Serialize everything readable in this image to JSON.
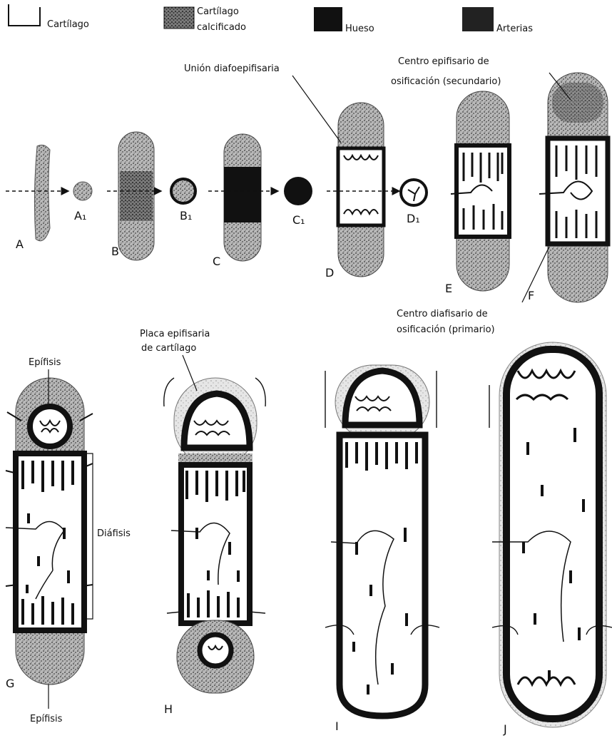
{
  "legend": {
    "cartilage": "Cartílago",
    "calcified_cartilage_line1": "Cartílago",
    "calcified_cartilage_line2": "calcificado",
    "bone": "Hueso",
    "arteries": "Arterias"
  },
  "annotations": {
    "union_diafoepifisaria": "Unión diafoepifisaria",
    "centro_epifisario_line1": "Centro epifisario de",
    "centro_epifisario_line2": "osificación (secundario)",
    "centro_diafisario_line1": "Centro diafisario de",
    "centro_diafisario_line2": "osificación (primario)",
    "placa_line1": "Placa epifisaria",
    "placa_line2": "de cartílago",
    "epifisis_top": "Epífisis",
    "diafisis": "Diáfisis",
    "epifisis_bottom": "Epífisis"
  },
  "stage_letters": {
    "A": "A",
    "A1": "A₁",
    "B": "B",
    "B1": "B₁",
    "C": "C",
    "C1": "C₁",
    "D": "D",
    "D1": "D₁",
    "E": "E",
    "F": "F",
    "G": "G",
    "H": "H",
    "I": "I",
    "J": "J"
  },
  "colors": {
    "bone": "#111111",
    "cartilage_stipple": "#8a8a8a",
    "background": "#ffffff"
  }
}
